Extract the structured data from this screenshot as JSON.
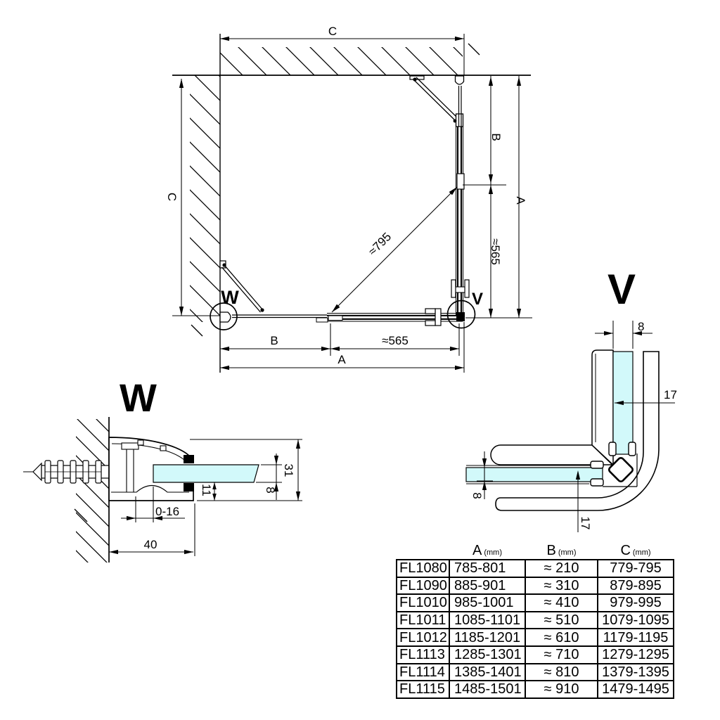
{
  "colors": {
    "glass": "#d2f9fa",
    "line": "#000000",
    "background": "#ffffff"
  },
  "plan": {
    "dim_c_top": "C",
    "dim_c_left": "C",
    "dim_b_right": "B",
    "dim_565_right": "≈565",
    "dim_a_right": "A",
    "dim_b_bottom": "B",
    "dim_565_bottom": "≈565",
    "dim_a_bottom": "A",
    "dim_diagonal": "≈795",
    "marker_w": "W",
    "marker_v": "V"
  },
  "detail_w": {
    "title": "W",
    "dim_profile_height": "31",
    "dim_glass_thickness": "8",
    "dim_glass_inset": "11",
    "dim_adjustment": "0-16",
    "dim_profile_width": "40"
  },
  "detail_v": {
    "title": "V",
    "dim_glass_top": "8",
    "dim_depth_right": "17",
    "dim_glass_left": "8",
    "dim_depth_bottom": "17"
  },
  "table": {
    "columns": [
      {
        "letter": "A",
        "unit": "(mm)"
      },
      {
        "letter": "B",
        "unit": "(mm)"
      },
      {
        "letter": "C",
        "unit": "(mm)"
      }
    ],
    "rows": [
      {
        "model": "FL1080",
        "a": "785-801",
        "b": "≈ 210",
        "c": "779-795"
      },
      {
        "model": "FL1090",
        "a": "885-901",
        "b": "≈ 310",
        "c": "879-895"
      },
      {
        "model": "FL1010",
        "a": "985-1001",
        "b": "≈ 410",
        "c": "979-995"
      },
      {
        "model": "FL1011",
        "a": "1085-1101",
        "b": "≈ 510",
        "c": "1079-1095"
      },
      {
        "model": "FL1012",
        "a": "1185-1201",
        "b": "≈ 610",
        "c": "1179-1195"
      },
      {
        "model": "FL1113",
        "a": "1285-1301",
        "b": "≈ 710",
        "c": "1279-1295"
      },
      {
        "model": "FL1114",
        "a": "1385-1401",
        "b": "≈ 810",
        "c": "1379-1395"
      },
      {
        "model": "FL1115",
        "a": "1485-1501",
        "b": "≈ 910",
        "c": "1479-1495"
      }
    ]
  }
}
